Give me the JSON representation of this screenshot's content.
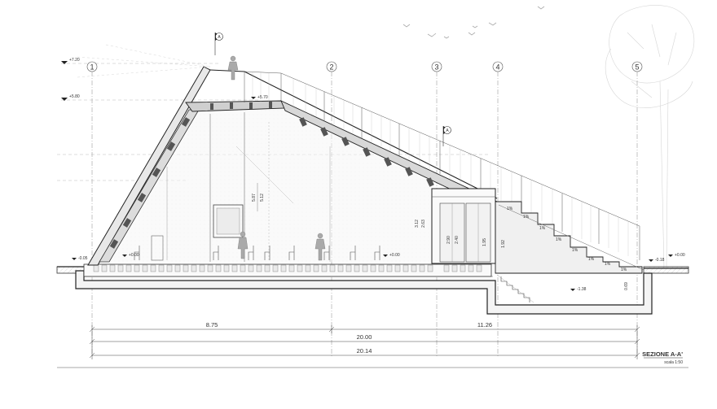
{
  "drawing": {
    "title": "SEZIONE A-A'",
    "scale": "scala 1:50"
  },
  "grid_labels": [
    "1",
    "2",
    "3",
    "4",
    "5"
  ],
  "level_marks": {
    "top": "+7.20",
    "upper": "+5.80",
    "roof_inner": "+5.70",
    "ground_left": "-0.05",
    "floor_left": "+0.00",
    "floor_center": "+0.00",
    "ground_right_a": "-0.18",
    "ground_right_b": "+0.00",
    "pit": "-1.38"
  },
  "inner_dims": {
    "d1": "5.87",
    "d2": "5.12",
    "d3": "3.12",
    "d4": "2.63",
    "d5": "2.90",
    "d6": "2.40",
    "d7": "1.95",
    "d8": "1.92",
    "d9": "0.69"
  },
  "slopes": [
    "1%",
    "1%",
    "1%",
    "1%",
    "1%",
    "1%",
    "1%",
    "1%"
  ],
  "dimensions": {
    "left_span": "8.75",
    "right_span": "11.26",
    "inner_total": "20.00",
    "outer_total": "20.14"
  },
  "markers": {
    "section_a": "A",
    "section_b": "A"
  }
}
